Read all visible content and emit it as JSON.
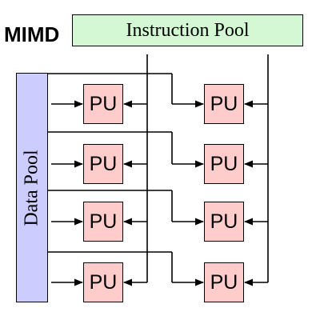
{
  "title": "MIMD",
  "instruction_pool": {
    "label": "Instruction Pool",
    "color": "#d3f8d3"
  },
  "data_pool": {
    "label": "Data Pool",
    "color": "#ccccff"
  },
  "processing_unit": {
    "label": "PU",
    "color": "#ffcccc"
  },
  "grid": {
    "rows": 4,
    "columns": 2
  }
}
